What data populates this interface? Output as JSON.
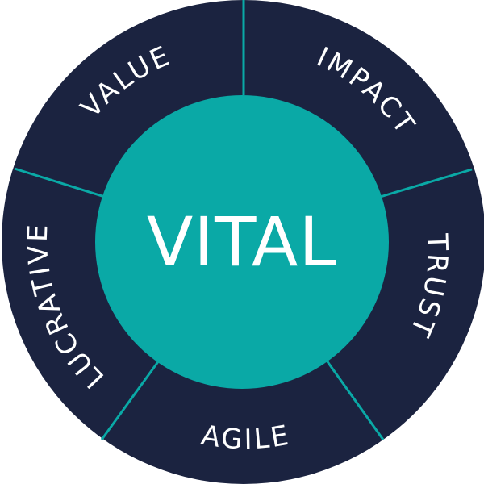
{
  "diagram": {
    "center": {
      "label": "VITAL"
    },
    "segments": [
      {
        "label": "VALUE"
      },
      {
        "label": "IMPACT"
      },
      {
        "label": "TRUST"
      },
      {
        "label": "AGILE"
      },
      {
        "label": "LUCRATIVE"
      }
    ],
    "colors": {
      "ring": "#1b2340",
      "center": "#0aa9a6",
      "divider": "#0aa9a6",
      "text": "#ffffff"
    }
  }
}
